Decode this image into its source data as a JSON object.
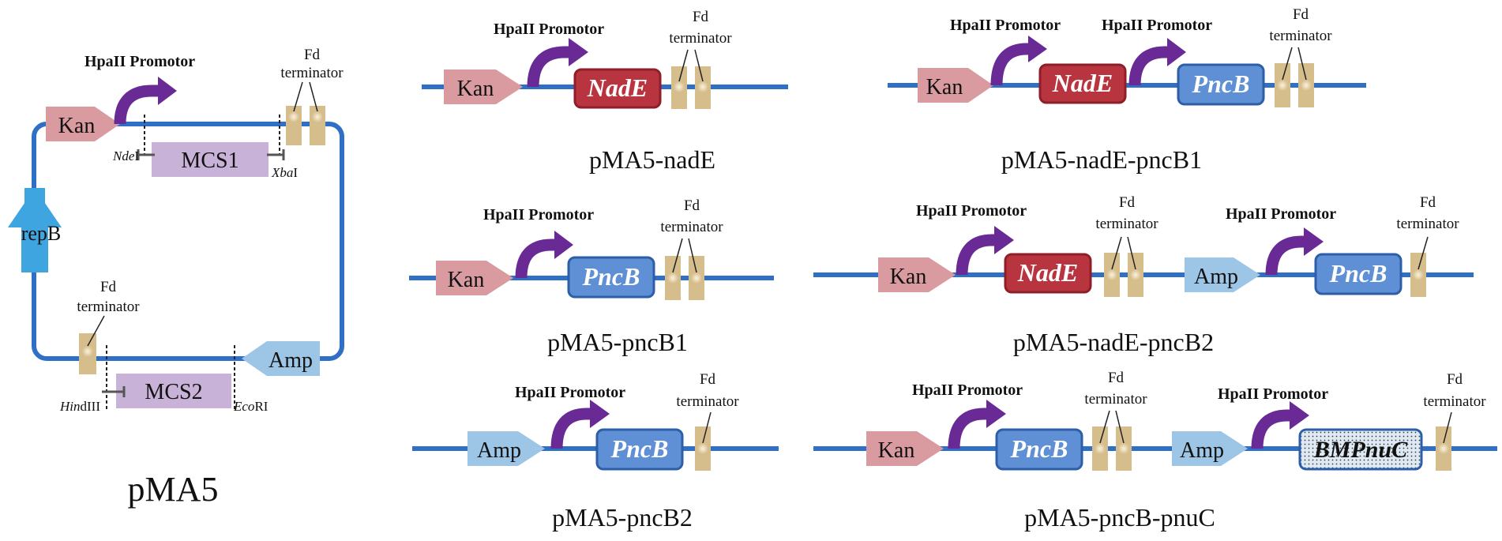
{
  "labels": {
    "promoter": "HpaII Promotor",
    "terminator_l1": "Fd",
    "terminator_l2": "terminator",
    "kan": "Kan",
    "amp": "Amp",
    "repb": "repB",
    "mcs1": "MCS1",
    "mcs2": "MCS2",
    "nade": "NadE",
    "pncb": "PncB",
    "bmpnuc": "BMPnuC"
  },
  "sites": {
    "ndei_italic": "Nde",
    "ndei_rest": "I",
    "xbai_italic": "Xba",
    "xbai_rest": "I",
    "hindiii_italic": "Hin",
    "hindiii_rest": "dIII",
    "ecori_italic": "Eco",
    "ecori_rest": "RI"
  },
  "constructs": {
    "pma5": "pMA5",
    "nade": "pMA5-nadE",
    "nade_pncb1": "pMA5-nadE-pncB1",
    "pncb1": "pMA5-pncB1",
    "nade_pncb2": "pMA5-nadE-pncB2",
    "pncb2": "pMA5-pncB2",
    "pncb_pnuc": "pMA5-pncB-pnuC"
  },
  "colors": {
    "backbone": "#2f6fc6",
    "kan_fill": "#d99aa0",
    "amp_fill": "#9cc5e6",
    "repb_fill": "#3fa5e0",
    "promoter_arrow": "#6a2a96",
    "terminator_fill": "#d6bd8c",
    "mcs_fill": "#c8b2d8",
    "nade_fill": "#b8353f",
    "nade_border": "#8e1e28",
    "pncb_fill": "#5f8fd4",
    "pncb_border": "#2d5ea8",
    "bmpnuc_fill": "#dde8f3"
  }
}
